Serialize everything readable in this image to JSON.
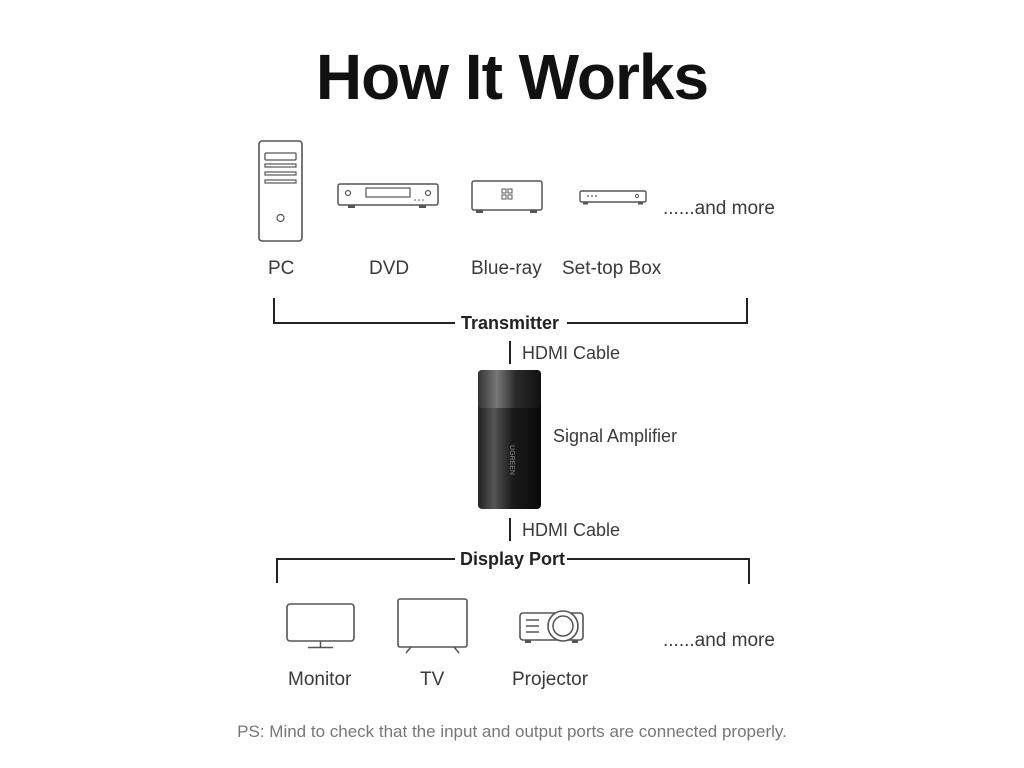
{
  "title": "How It Works",
  "sources": {
    "items": [
      {
        "label": "PC",
        "icon": "pc-tower-icon"
      },
      {
        "label": "DVD",
        "icon": "dvd-player-icon"
      },
      {
        "label": "Blue-ray",
        "icon": "bluray-player-icon"
      },
      {
        "label": "Set-top Box",
        "icon": "set-top-box-icon"
      }
    ],
    "more": "......and more",
    "group_label": "Transmitter"
  },
  "cable_in": "HDMI Cable",
  "device": {
    "label": "Signal Amplifier",
    "brand": "UGREEN"
  },
  "cable_out": "HDMI Cable",
  "outputs": {
    "items": [
      {
        "label": "Monitor",
        "icon": "monitor-icon"
      },
      {
        "label": "TV",
        "icon": "tv-icon"
      },
      {
        "label": "Projector",
        "icon": "projector-icon"
      }
    ],
    "more": "......and more",
    "group_label": "Display Port"
  },
  "note": "PS: Mind to check that the input and output ports are connected properly."
}
